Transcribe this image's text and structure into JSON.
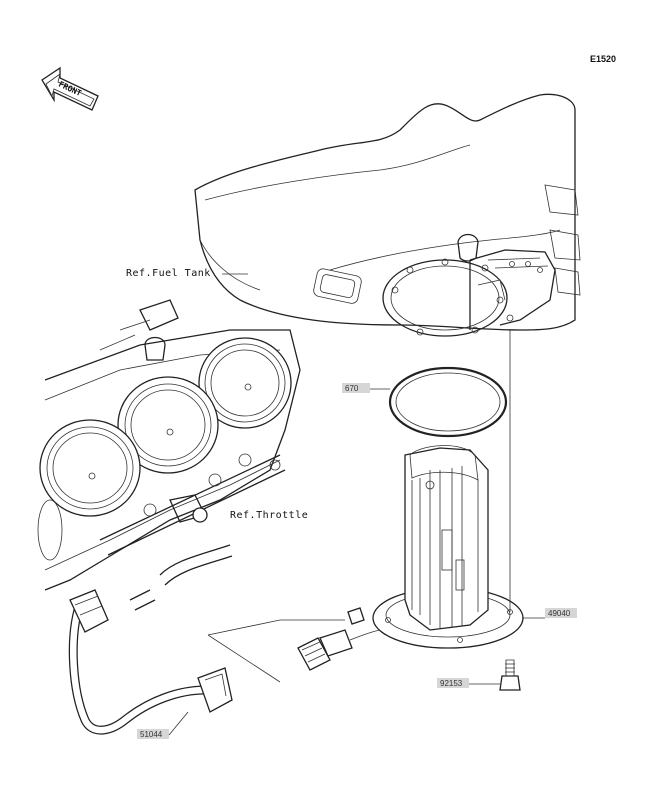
{
  "diagram_code": "E1520",
  "front_label": "FRONT",
  "refs": {
    "fuel_tank": "Ref.Fuel Tank",
    "throttle": "Ref.Throttle"
  },
  "parts": {
    "gasket": "670",
    "fuel_pump": "49040",
    "bolt": "92153",
    "hose": "51044"
  }
}
